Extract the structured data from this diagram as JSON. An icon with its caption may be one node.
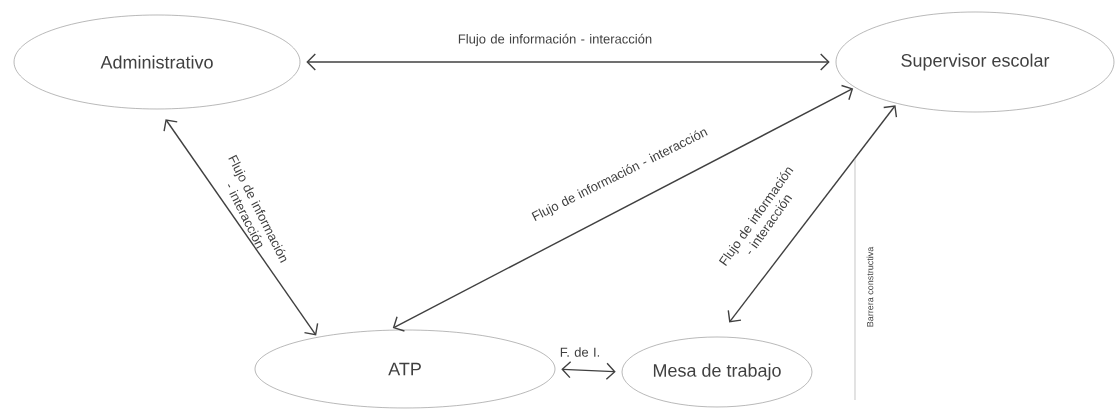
{
  "diagram": {
    "nodes": [
      {
        "text": [
          "Administrativo"
        ]
      },
      {
        "text": [
          "Supervisor escolar"
        ]
      },
      {
        "text": [
          "ATP"
        ]
      },
      {
        "text": [
          "Mesa de trabajo"
        ]
      }
    ],
    "edges": [
      {
        "from": 0,
        "to": 1,
        "arrow": "both",
        "label": "Flujo de información - interacción"
      },
      {
        "from": 0,
        "to": 2,
        "arrow": "both",
        "label": "Flujo de información - interacción"
      },
      {
        "from": 1,
        "to": 2,
        "arrow": "both",
        "label": "Flujo de información - interacción"
      },
      {
        "from": 1,
        "to": 3,
        "arrow": "both",
        "label": "Flujo de información - interacción"
      },
      {
        "from": 2,
        "to": 3,
        "arrow": "both",
        "label": "F.  de I."
      }
    ],
    "labels": [
      "Barrera constructiva"
    ]
  }
}
